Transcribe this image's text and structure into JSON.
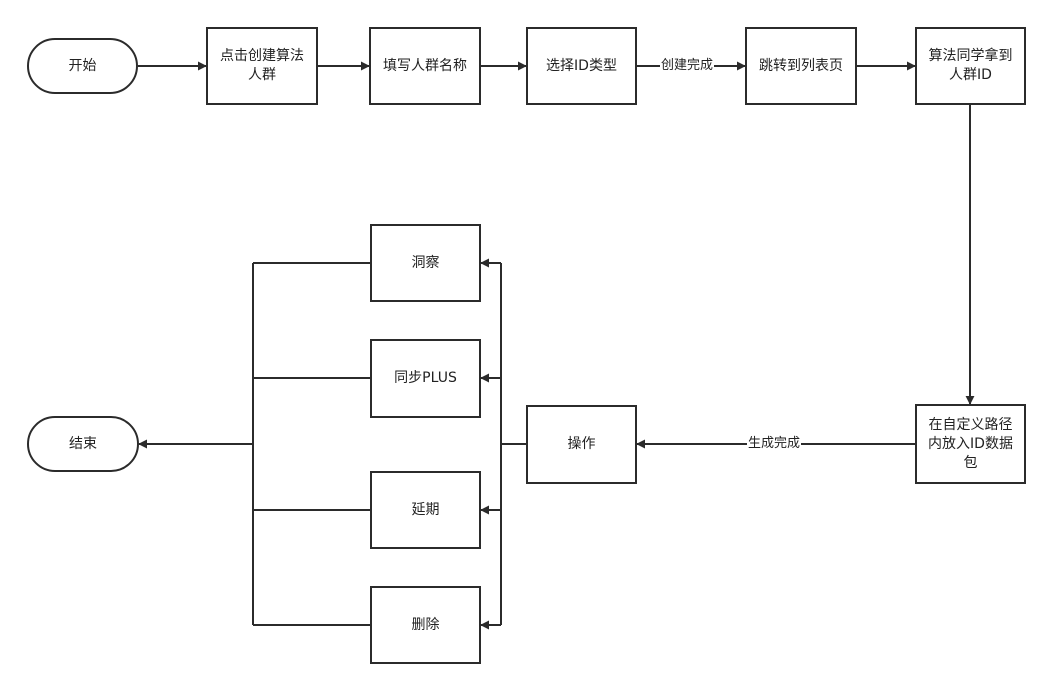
{
  "nodes": {
    "start": "开始",
    "click_create": "点击创建算法人群",
    "fill_name": "填写人群名称",
    "select_type": "选择ID类型",
    "goto_list": "跳转到列表页",
    "algo_get": "算法同学拿到人群ID",
    "put_pkg": "在自定义路径内放入ID数据包",
    "operate": "操作",
    "insight": "洞察",
    "sync_plus": "同步PLUS",
    "extend": "延期",
    "delete": "删除",
    "end": "结束"
  },
  "edge_labels": {
    "create_done": "创建完成",
    "gen_done": "生成完成"
  }
}
